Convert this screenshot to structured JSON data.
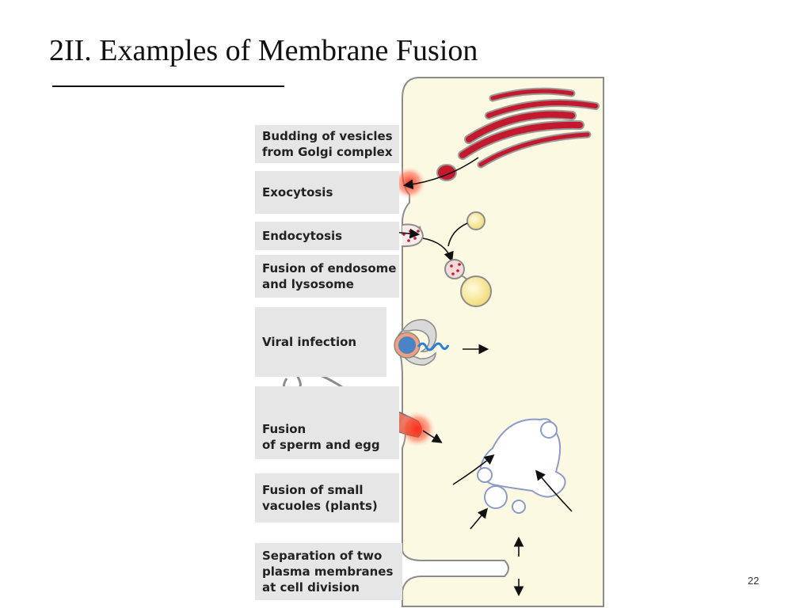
{
  "slide": {
    "title": "2II. Examples of Membrane Fusion",
    "page_number": "22"
  },
  "figure": {
    "labels": [
      "Budding of vesicles\nfrom Golgi complex",
      "Exocytosis",
      "Endocytosis",
      "Fusion of endosome\nand lysosome",
      "Viral infection",
      "Fusion\nof sperm and egg",
      "Fusion of small\nvacuoles (plants)",
      "Separation of two\nplasma membranes\nat cell division"
    ]
  },
  "colors": {
    "cell_fill": "#fcf9e3",
    "label_bg": "#e6e6e6",
    "golgi_red": "#c4182c",
    "vesicle_yellow": "#f9eaa0",
    "membrane_gray": "#8c8c8c",
    "virus_blue": "#2a7fd4"
  }
}
